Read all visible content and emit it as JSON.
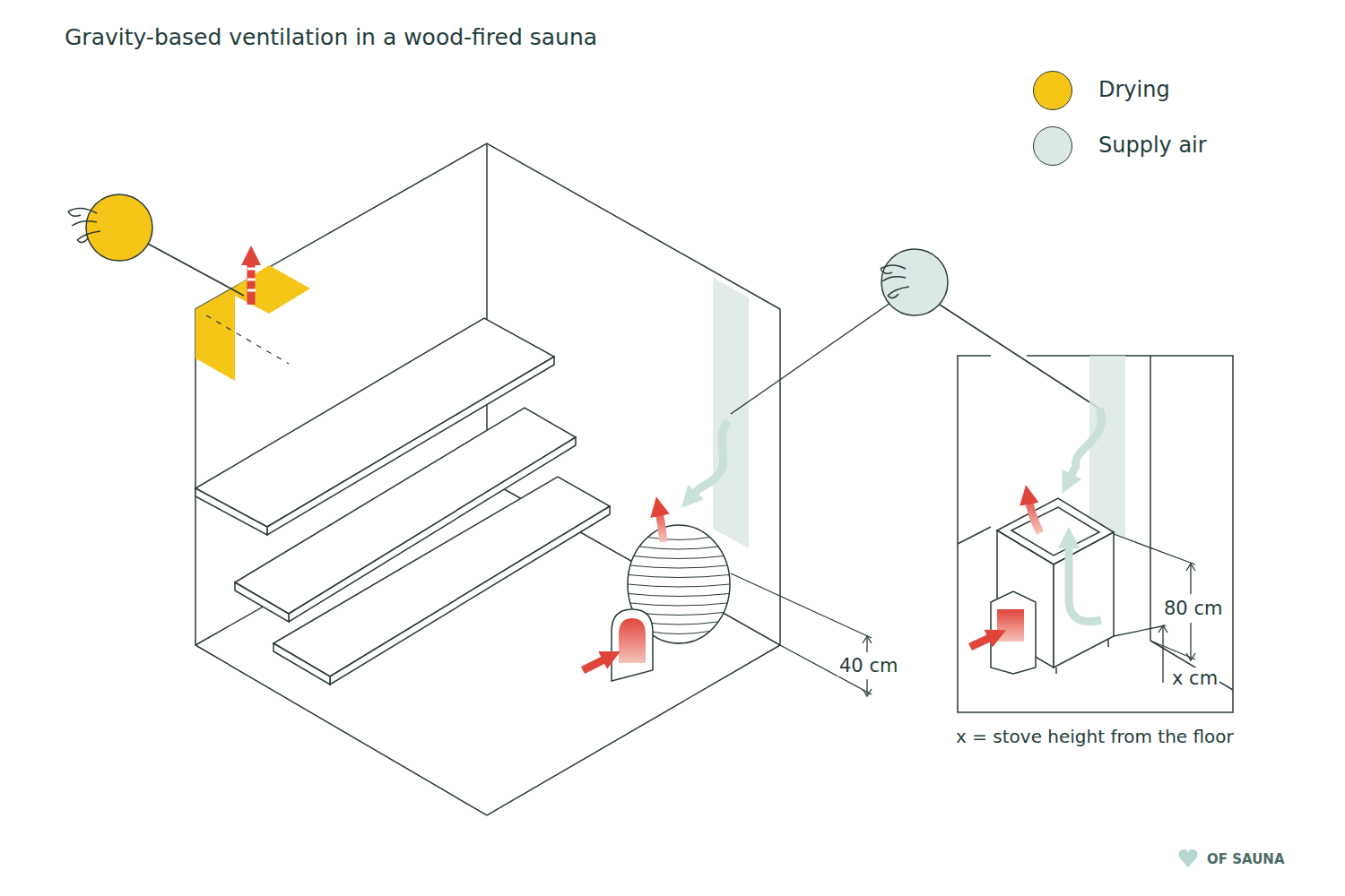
{
  "diagram": {
    "title": "Gravity-based ventilation in a wood-fired sauna",
    "labels": [
      "40 cm",
      "80 cm",
      "x cm",
      "x = stove height from the floor",
      "OF SAUNA"
    ],
    "legend": [
      {
        "text": "Drying",
        "color": "#f5c518"
      },
      {
        "text": "Supply air",
        "color": "#dce8e5"
      }
    ]
  }
}
